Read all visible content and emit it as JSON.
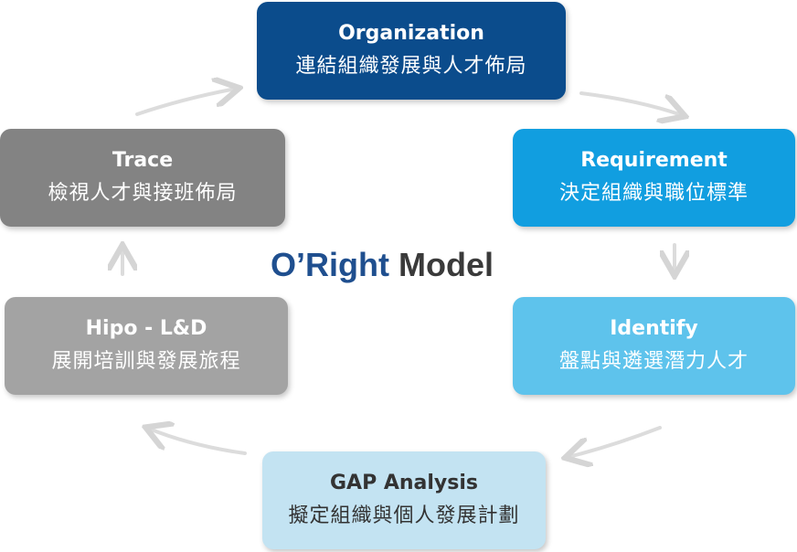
{
  "model": {
    "brand": "O’Right",
    "rest": " Model"
  },
  "stages": {
    "organization": {
      "en": "Organization",
      "zh": "連結組織發展與人才佈局"
    },
    "requirement": {
      "en": "Requirement",
      "zh": "決定組織與職位標準"
    },
    "identify": {
      "en": "Identify",
      "zh": "盤點與遴選潛力人才"
    },
    "gap": {
      "en": "GAP Analysis",
      "zh": "擬定組織與個人發展計劃"
    },
    "hipo": {
      "en": "Hipo - L&D",
      "zh": "展開培訓與發展旅程"
    },
    "trace": {
      "en": "Trace",
      "zh": "檢視人才與接班佈局"
    }
  },
  "colors": {
    "organization": "#0b4c8c",
    "requirement": "#119ee0",
    "identify": "#5ec3ec",
    "gap": "#c3e3f2",
    "hipo": "#a3a3a3",
    "trace": "#838383",
    "arrow": "#d8d8d8"
  }
}
